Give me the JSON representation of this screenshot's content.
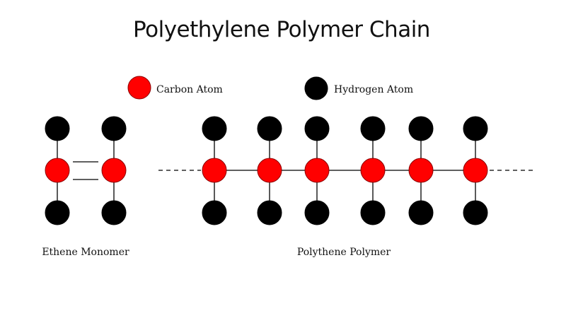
{
  "title": "Polyethylene Polymer Chain",
  "legend": {
    "carbon_label": "Carbon Atom",
    "hydrogen_label": "Hydrogen Atom"
  },
  "captions": {
    "monomer": "Ethene Monomer",
    "polymer": "Polythene Polymer"
  },
  "colors": {
    "carbon": "#ff0000",
    "hydrogen": "#000000"
  },
  "monomer": {
    "carbon_count": 2,
    "bond": "double"
  },
  "polymer": {
    "carbon_count": 6,
    "continues_both_ends": true
  }
}
